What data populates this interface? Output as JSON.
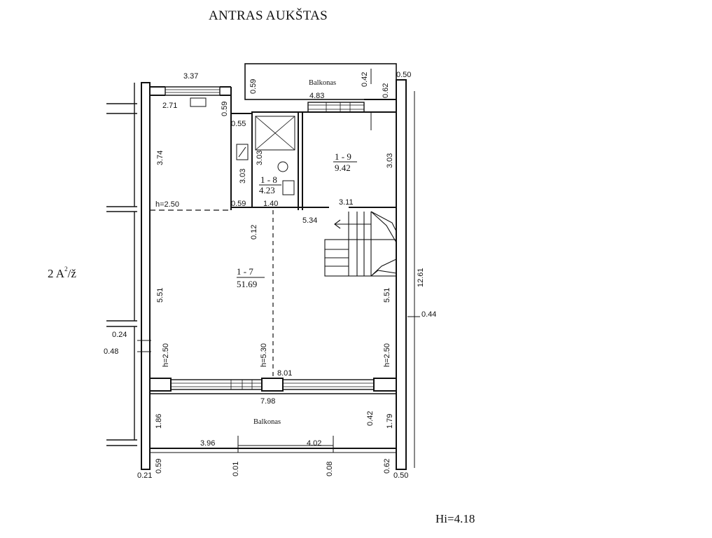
{
  "title": "ANTRAS AUKŠTAS",
  "side_label": {
    "main": "2 A",
    "sup": "2",
    "suffix": "/ž"
  },
  "height_index": "Hi=4.18",
  "rooms": {
    "r7": {
      "id": "1 - 7",
      "area": "51.69"
    },
    "r8": {
      "id": "1 - 8",
      "area": "4.23"
    },
    "r9": {
      "id": "1 - 9",
      "area": "9.42"
    }
  },
  "balconies": {
    "top": "Balkonas",
    "bottom": "Balkonas"
  },
  "ceiling_heights": {
    "top_left": "h=2.50",
    "left": "h=2.50",
    "center": "h=5.30",
    "right": "h=2.50"
  },
  "dimensions": {
    "d_3_37": "3.37",
    "d_2_71": "2.71",
    "d_0_59_a": "0.59",
    "d_0_55": "0.55",
    "d_3_74": "3.74",
    "d_3_03_a": "3.03",
    "d_3_03_b": "3.03",
    "d_3_03_c": "3.03",
    "d_0_59_b": "0.59",
    "d_1_40": "1.40",
    "d_3_11": "3.11",
    "d_5_34": "5.34",
    "d_0_12": "0.12",
    "d_5_51_a": "5.51",
    "d_5_51_b": "5.51",
    "d_12_61": "12.61",
    "d_0_44": "0.44",
    "d_0_24": "0.24",
    "d_0_48": "0.48",
    "d_8_01": "8.01",
    "d_7_98": "7.98",
    "d_1_86": "1.86",
    "d_0_42_b": "0.42",
    "d_1_79": "1.79",
    "d_3_96": "3.96",
    "d_4_02": "4.02",
    "d_0_59_c": "0.59",
    "d_0_01": "0.01",
    "d_0_08": "0.08",
    "d_0_62_b": "0.62",
    "d_0_21": "0.21",
    "d_0_50_b": "0.50",
    "d_0_59_top": "0.59",
    "d_0_42_top": "0.42",
    "d_0_62_top": "0.62",
    "d_0_50_top": "0.50",
    "d_4_83": "4.83"
  }
}
